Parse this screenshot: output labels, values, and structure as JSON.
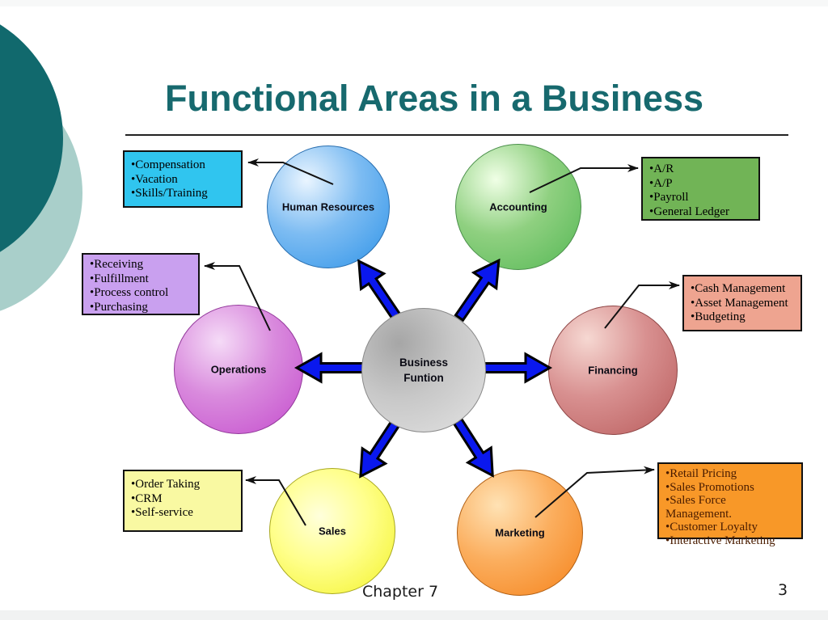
{
  "title": "Functional Areas in a Business",
  "center_node": {
    "line1": "Business",
    "line2": "Funtion"
  },
  "nodes": [
    {
      "label": "Human Resources",
      "circle_color": "#2e93e8",
      "box_color": "#30c5ef",
      "items": [
        "Compensation",
        "Vacation",
        "Skills/Training"
      ]
    },
    {
      "label": "Accounting",
      "circle_color": "#55b855",
      "box_color": "#71b456",
      "items": [
        "A/R",
        "A/P",
        "Payroll",
        "General Ledger"
      ]
    },
    {
      "label": "Operations",
      "circle_color": "#c44ccd",
      "box_color": "#c9a0ef",
      "items": [
        "Receiving",
        "Fulfillment",
        "Process control",
        "Purchasing"
      ]
    },
    {
      "label": "Financing",
      "circle_color": "#b95c5c",
      "box_color": "#eea490",
      "items": [
        "Cash Management",
        "Asset Management",
        "Budgeting"
      ]
    },
    {
      "label": "Sales",
      "circle_color": "#f2f227",
      "box_color": "#f9f9a2",
      "items": [
        "Order Taking",
        "CRM",
        "Self-service"
      ]
    },
    {
      "label": "Marketing",
      "circle_color": "#f5821a",
      "box_color": "#f89828",
      "items": [
        "Retail Pricing",
        "Sales Promotions",
        "Sales Force Management.",
        "Customer Loyalty",
        "Interactive Marketing"
      ]
    }
  ],
  "colors": {
    "title_text": "#17696e",
    "arrow_blue": "#0a18ee",
    "connector_black": "#111111",
    "decor_dark_teal": "#11696d",
    "decor_light_teal": "#a9cfca"
  },
  "footer": {
    "chapter": "Chapter 7",
    "page_number": "3"
  }
}
